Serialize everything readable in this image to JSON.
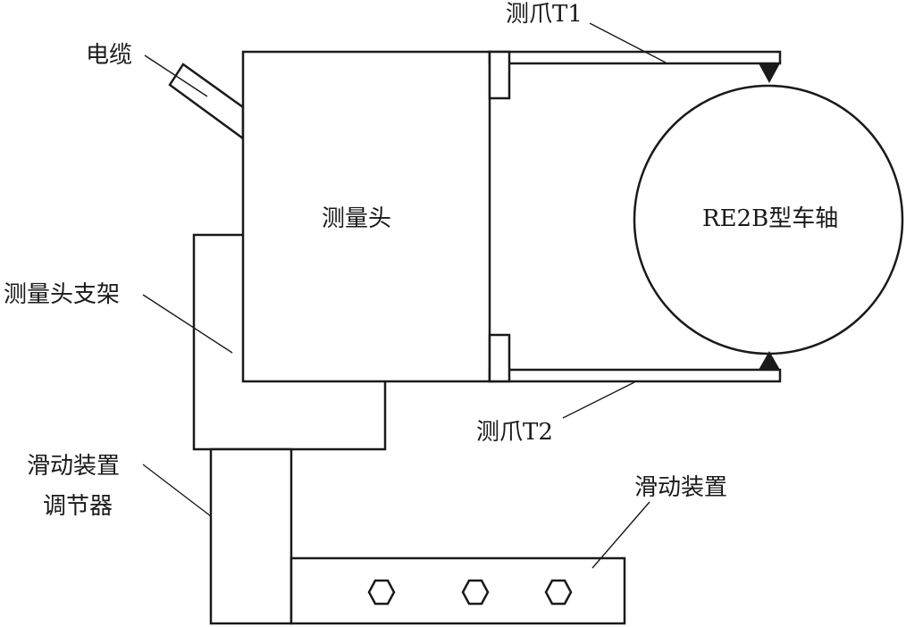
{
  "labels": {
    "cable": "电缆",
    "claw_t1": "测爪T1",
    "claw_t2": "测爪T2",
    "measuring_head": "测量头",
    "head_bracket": "测量头支架",
    "axle": "RE2B型车轴",
    "slide_adjuster_line1": "滑动装置",
    "slide_adjuster_line2": "调节器",
    "slide_device": "滑动装置"
  },
  "colors": {
    "line": "#1a1a1a",
    "background": "#ffffff"
  }
}
